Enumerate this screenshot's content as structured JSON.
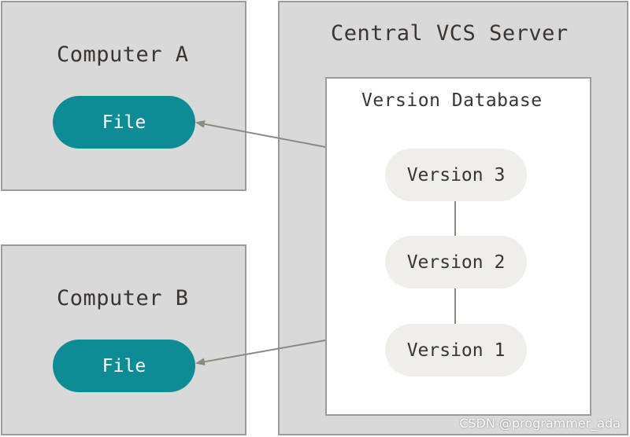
{
  "computer_a": {
    "title": "Computer A",
    "file_label": "File"
  },
  "computer_b": {
    "title": "Computer B",
    "file_label": "File"
  },
  "server": {
    "title": "Central VCS Server",
    "database": {
      "title": "Version Database",
      "versions": [
        "Version 3",
        "Version 2",
        "Version 1"
      ]
    }
  },
  "watermark": "CSDN @programmer_ada",
  "colors": {
    "container_fill": "#d9d9d9",
    "container_border": "#9c9c9c",
    "file_pill": "#0d8c95",
    "version_pill": "#efeee8",
    "arrow": "#8a8a7e",
    "text": "#3b3431"
  }
}
